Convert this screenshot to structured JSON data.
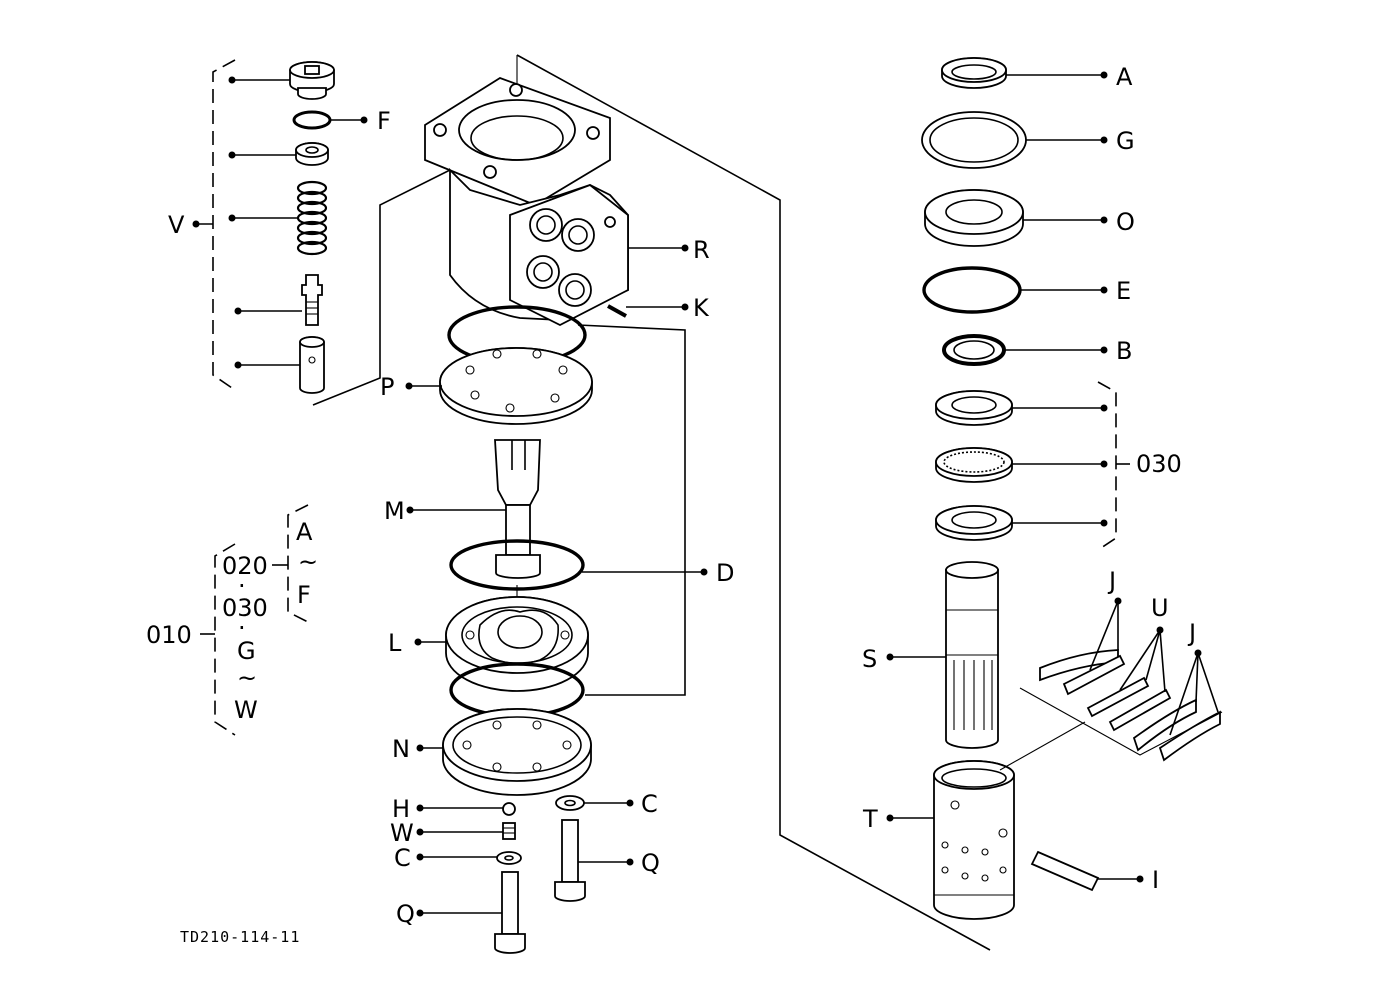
{
  "drawing_code": "TD210-114-11",
  "labels": {
    "A": "A",
    "B": "B",
    "C": "C",
    "D": "D",
    "E": "E",
    "F": "F",
    "G": "G",
    "H": "H",
    "I": "I",
    "J": "J",
    "K": "K",
    "L": "L",
    "M": "M",
    "N": "N",
    "O": "O",
    "P": "P",
    "Q": "Q",
    "R": "R",
    "S": "S",
    "T": "T",
    "U": "U",
    "V": "V",
    "W": "W"
  },
  "groups": {
    "g010": "010",
    "g020": "020",
    "g030": "030",
    "tilde": "~",
    "mid_dot": "·"
  }
}
